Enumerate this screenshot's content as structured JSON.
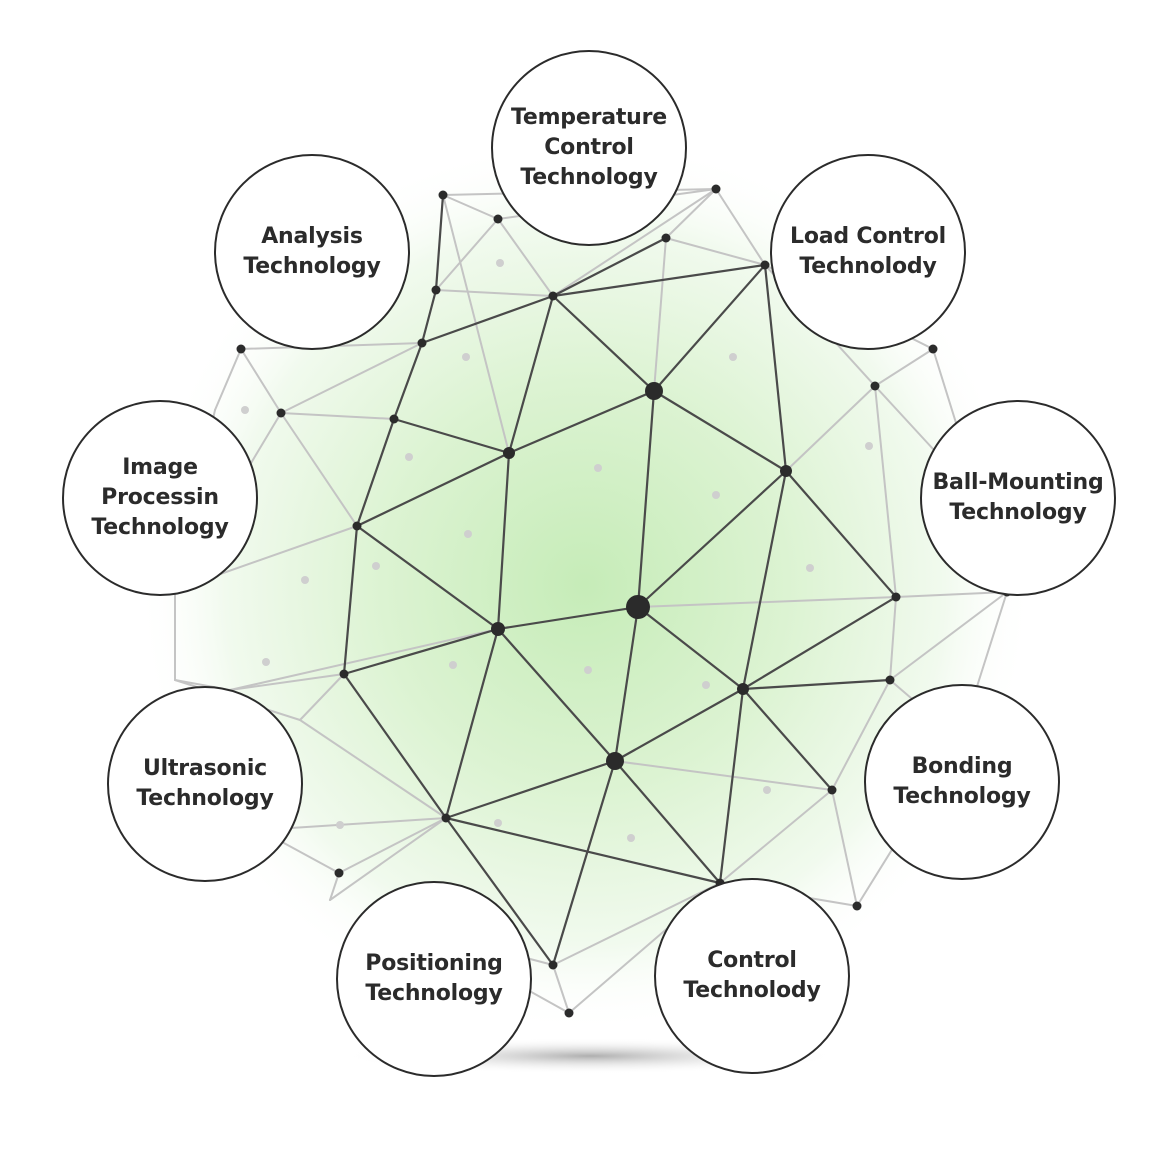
{
  "colors": {
    "accent_green": "#9be08a",
    "node_dark": "#2b2b2b",
    "edge_dark": "#4a4a4a",
    "edge_light": "#c4c4c4",
    "circle_border": "#2b2b2b"
  },
  "technologies": [
    {
      "id": "temperature",
      "label": "Temperature\nControl\nTechnology"
    },
    {
      "id": "load-control",
      "label": "Load Control\nTechnolody"
    },
    {
      "id": "ball-mounting",
      "label": "Ball-Mounting\nTechnology"
    },
    {
      "id": "bonding",
      "label": "Bonding\nTechnology"
    },
    {
      "id": "control",
      "label": "Control\nTechnolody"
    },
    {
      "id": "positioning",
      "label": "Positioning\nTechnology"
    },
    {
      "id": "ultrasonic",
      "label": "Ultrasonic\nTechnology"
    },
    {
      "id": "image-processing",
      "label": "Image\nProcessin\nTechnology"
    },
    {
      "id": "analysis",
      "label": "Analysis\nTechnology"
    }
  ]
}
